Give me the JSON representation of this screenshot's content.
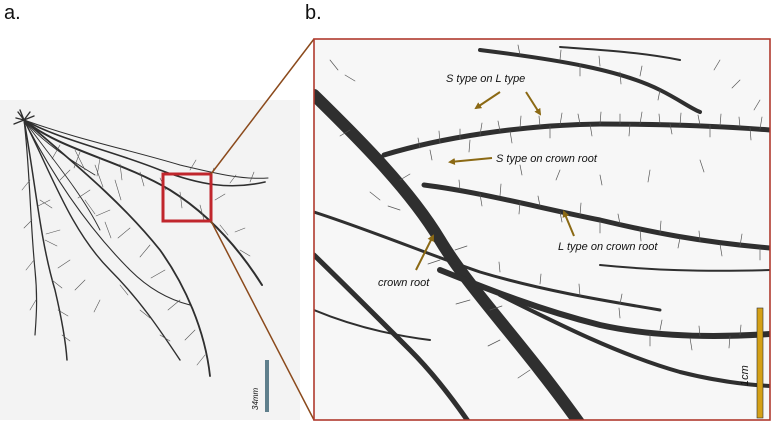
{
  "panels": {
    "a": {
      "label": "a."
    },
    "b": {
      "label": "b."
    }
  },
  "annotations": {
    "s_on_l": "S type on L type",
    "s_on_crown": "S type on crown root",
    "l_on_crown": "L type on crown root",
    "crown": "crown root"
  },
  "scale_bars": {
    "a": {
      "label": "34mm",
      "color": "#5f7f8c"
    },
    "b": {
      "label": "1cm",
      "color": "#d4a017"
    }
  },
  "colors": {
    "frame": "#b03a2e",
    "highlight": "#c0262c",
    "connector": "#8b4a1c",
    "arrow": "#8b6914",
    "root": "#2f2f2f"
  }
}
